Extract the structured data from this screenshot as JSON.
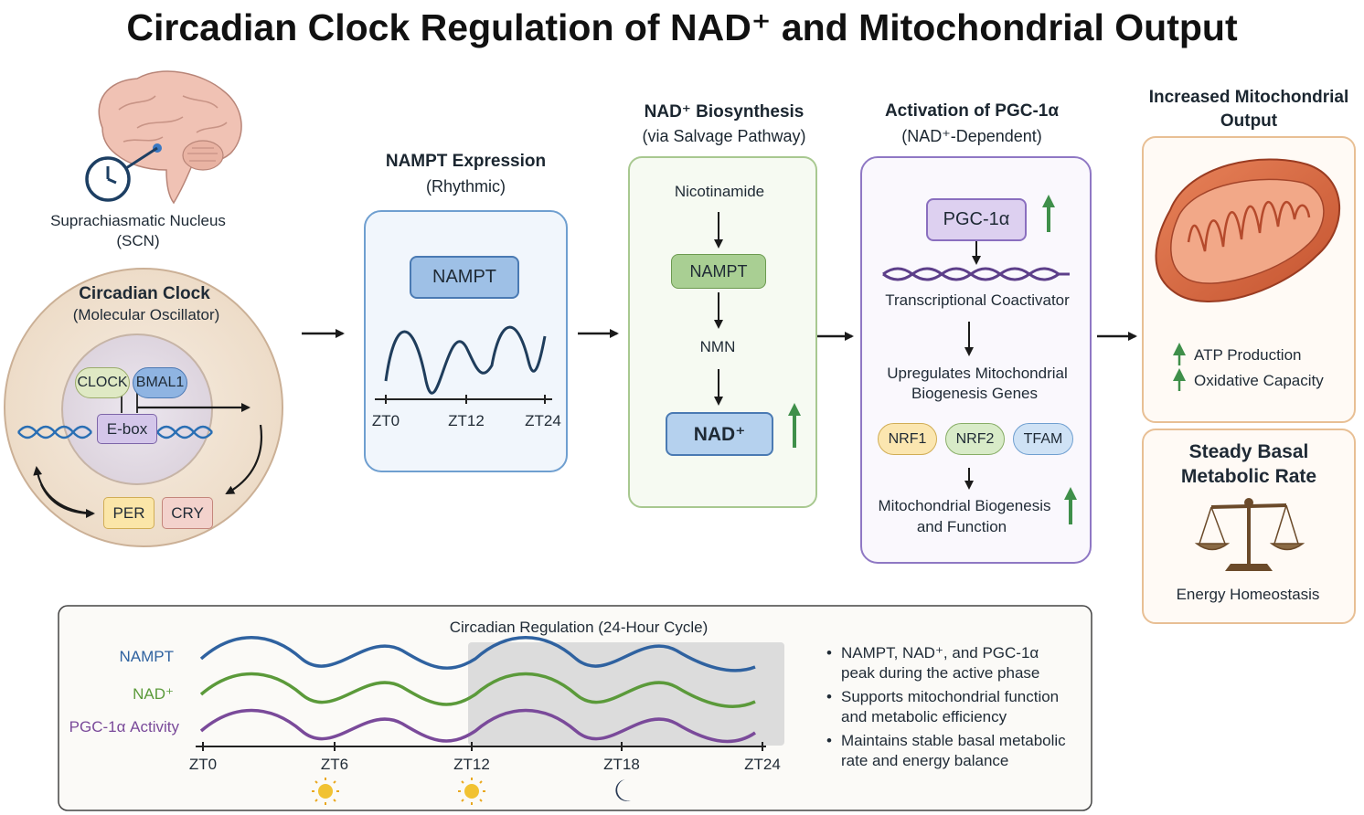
{
  "title": "Circadian Clock Regulation of NAD⁺ and Mitochondrial Output",
  "scn": {
    "label_line1": "Suprachiasmatic Nucleus",
    "label_line2": "(SCN)"
  },
  "clock": {
    "title": "Circadian Clock",
    "subtitle": "(Molecular Oscillator)",
    "clock_label": "CLOCK",
    "bmal1_label": "BMAL1",
    "ebox_label": "E-box",
    "per_label": "PER",
    "cry_label": "CRY"
  },
  "nampt_expr": {
    "title": "NAMPT Expression",
    "subtitle": "(Rhythmic)",
    "box_label": "NAMPT",
    "ticks": [
      "ZT0",
      "ZT12",
      "ZT24"
    ]
  },
  "nad_biosynthesis": {
    "title": "NAD⁺ Biosynthesis",
    "subtitle": "(via Salvage Pathway)",
    "step1": "Nicotinamide",
    "step2": "NAMPT",
    "step3": "NMN",
    "step4": "NAD⁺"
  },
  "pgc": {
    "title": "Activation of PGC-1α",
    "subtitle": "(NAD⁺-Dependent)",
    "box_label": "PGC-1α",
    "coactivator": "Transcriptional Coactivator",
    "upregulates_line1": "Upregulates Mitochondrial",
    "upregulates_line2": "Biogenesis Genes",
    "genes": [
      "NRF1",
      "NRF2",
      "TFAM"
    ],
    "result_line1": "Mitochondrial Biogenesis",
    "result_line2": "and Function"
  },
  "output": {
    "title_line1": "Increased Mitochondrial",
    "title_line2": "Output",
    "bullet1": "ATP Production",
    "bullet2": "Oxidative Capacity"
  },
  "basal": {
    "title_line1": "Steady Basal",
    "title_line2": "Metabolic Rate",
    "caption": "Energy Homeostasis"
  },
  "cycle": {
    "title": "Circadian Regulation (24-Hour Cycle)",
    "series": [
      "NAMPT",
      "NAD⁺",
      "PGC-1α Activity"
    ],
    "ticks": [
      "ZT0",
      "ZT6",
      "ZT12",
      "ZT18",
      "ZT24"
    ],
    "notes": [
      [
        "NAMPT, NAD⁺, and PGC-1α",
        "peak during the active phase"
      ],
      [
        "Supports mitochondrial function",
        "and metabolic efficiency"
      ],
      [
        "Maintains stable basal metabolic",
        "rate and energy balance"
      ]
    ]
  },
  "colors": {
    "nampt": "#2f62a0",
    "nad": "#5b9a3a",
    "pgc": "#7a4a9a",
    "up_arrow": "#3f8f4a",
    "blue_panel": "#6f9fd0",
    "green_panel": "#a8c890",
    "purple_panel": "#8f78c4",
    "orange_panel": "#e8bf94"
  }
}
